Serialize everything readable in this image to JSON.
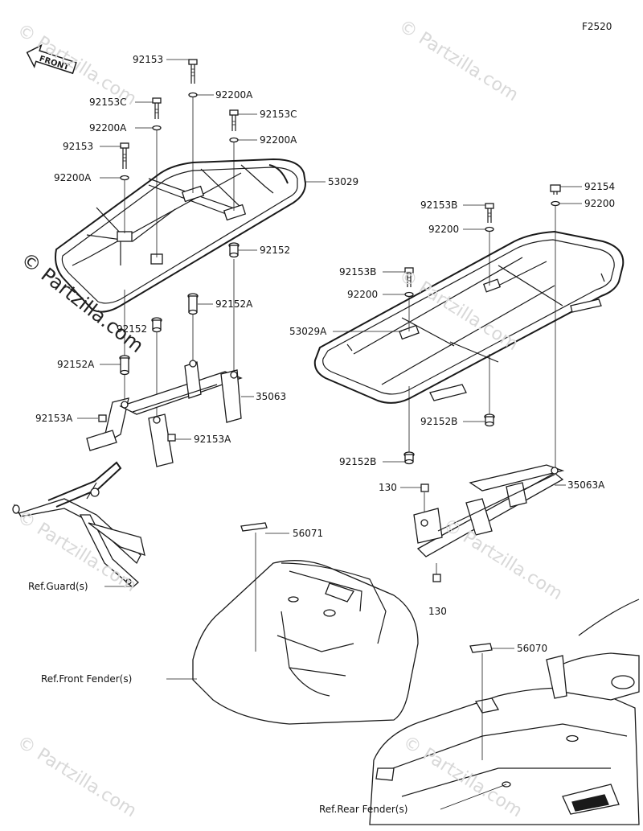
{
  "figure_code": "F2520",
  "front_label": "FRONT",
  "watermark_text": "© Partzilla.com",
  "parts": {
    "p92153_a": "92153",
    "p92200A_a": "92200A",
    "p92153C_a": "92153C",
    "p92153C_b": "92153C",
    "p92200A_b": "92200A",
    "p92200A_c": "92200A",
    "p92153_b": "92153",
    "p92200A_d": "92200A",
    "p53029": "53029",
    "p92152": "92152",
    "p92152A_a": "92152A",
    "p92152_mid": "92152",
    "p92152A_b": "92152A",
    "p35063": "35063",
    "p92153A_a": "92153A",
    "p92153A_b": "92153A",
    "p92154": "92154",
    "p92200_a": "92200",
    "p92153B_a": "92153B",
    "p92200_b": "92200",
    "p92153B_b": "92153B",
    "p92200_c": "92200",
    "p53029A": "53029A",
    "p92152B_a": "92152B",
    "p92152B_b": "92152B",
    "p130_a": "130",
    "p35063A": "35063A",
    "p130_b": "130",
    "p56071": "56071",
    "p56070": "56070"
  },
  "refs": {
    "guard": "Ref.Guard(s)",
    "front_fender": "Ref.Front Fender(s)",
    "rear_fender": "Ref.Rear Fender(s)"
  },
  "colors": {
    "line": "#1a1a1a",
    "watermark": "#d8d8d8",
    "fill": "#ffffff"
  }
}
